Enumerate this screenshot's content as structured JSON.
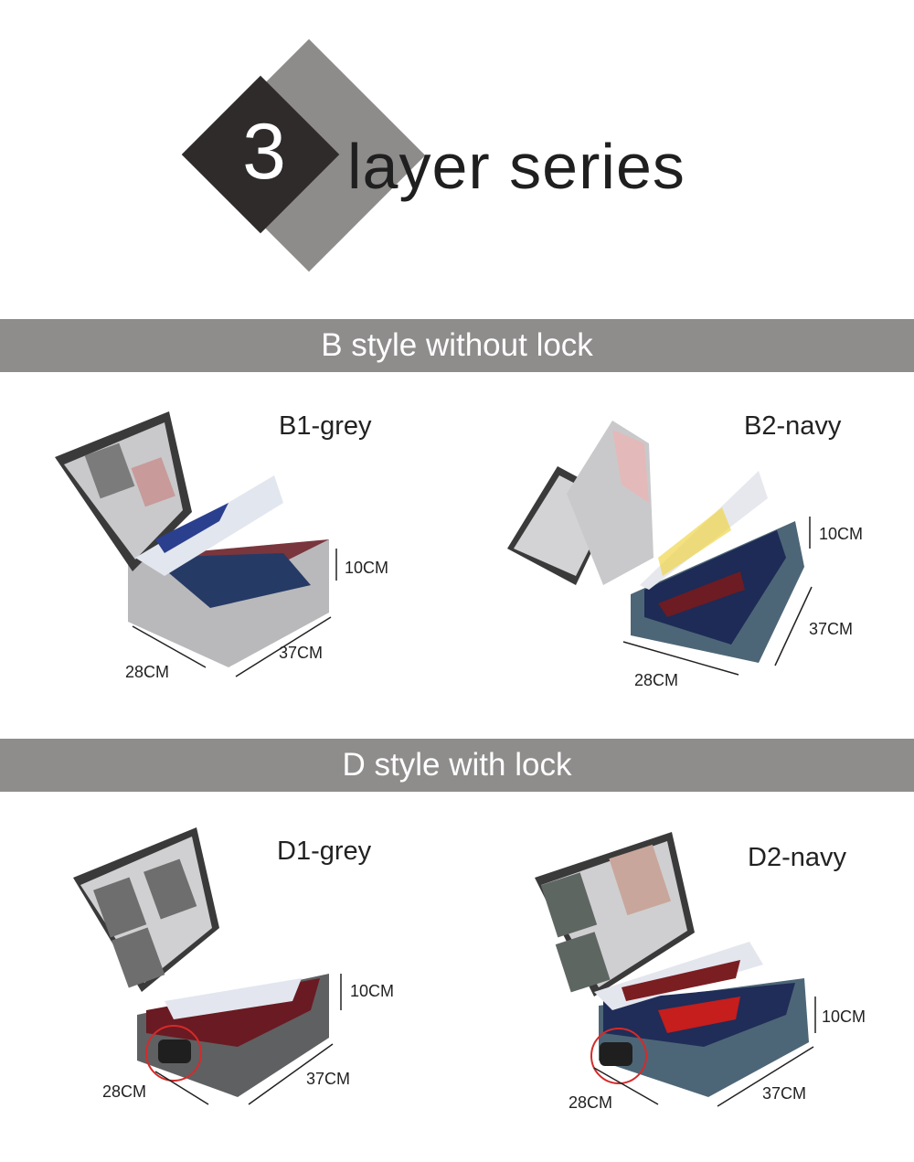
{
  "hero": {
    "number": "3",
    "title": "layer series"
  },
  "sections": {
    "b": {
      "title": "B style without lock"
    },
    "d": {
      "title": "D style with lock"
    }
  },
  "products": {
    "b1": {
      "label": "B1-grey",
      "height": "10CM",
      "length": "37CM",
      "width": "28CM"
    },
    "b2": {
      "label": "B2-navy",
      "height": "10CM",
      "length": "37CM",
      "width": "28CM"
    },
    "d1": {
      "label": "D1-grey",
      "height": "10CM",
      "length": "37CM",
      "width": "28CM"
    },
    "d2": {
      "label": "D2-navy",
      "height": "10CM",
      "length": "37CM",
      "width": "28CM"
    }
  },
  "colors": {
    "bar": "#8f8c8c",
    "diamond_grey": "#8e8b8b",
    "diamond_dark": "#2f2b2b",
    "grey_fabric": "#b7b7b9",
    "navy_fabric": "#4d6677",
    "lock_circle": "#d62a2a"
  }
}
